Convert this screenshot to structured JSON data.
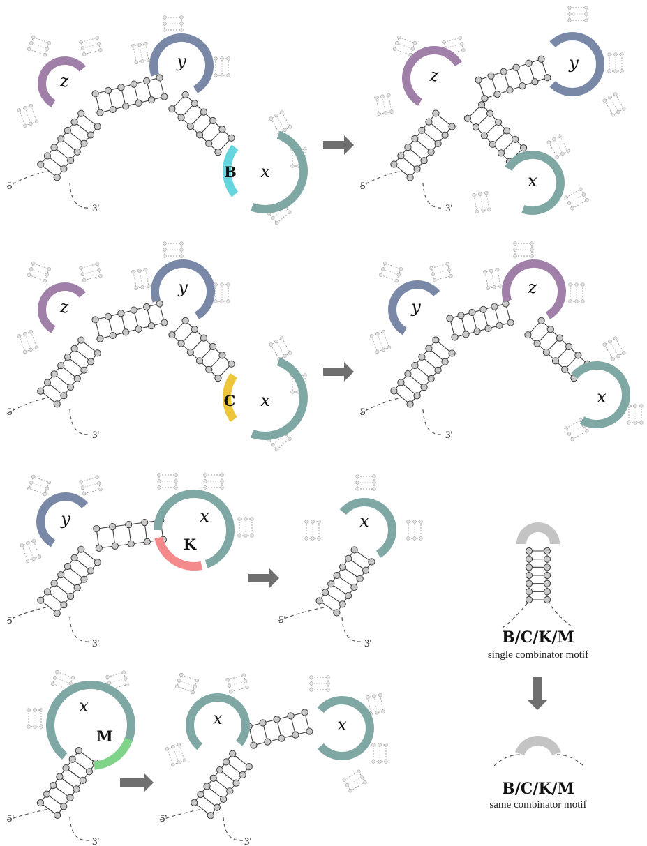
{
  "colors": {
    "x": "#7fa8a4",
    "y": "#7a88a8",
    "z": "#a07fa8",
    "B": "#66d6de",
    "C": "#eec63c",
    "K": "#f48a8c",
    "M": "#7fd48a",
    "neutral": "#c4c4c4",
    "arrow": "#6f6f6f",
    "bead": "#c9c9c9",
    "outline": "#3c3c3c"
  },
  "ends": {
    "five": "5'",
    "three": "3'"
  },
  "panels": {
    "b_before": {
      "loop_z": "z",
      "loop_y": "y",
      "loop_x": "x",
      "motif": "B"
    },
    "b_after": {
      "loop_z": "z",
      "loop_y": "y",
      "loop_x": "x"
    },
    "c_before": {
      "loop_z": "z",
      "loop_y": "y",
      "loop_x": "x",
      "motif": "C"
    },
    "c_after": {
      "loop_y": "y",
      "loop_z": "z",
      "loop_x": "x"
    },
    "k_before": {
      "loop_y": "y",
      "loop_x": "x",
      "motif": "K"
    },
    "k_after": {
      "loop_x": "x"
    },
    "m_before": {
      "loop_x": "x",
      "motif": "M"
    },
    "m_after": {
      "loop_x1": "x",
      "loop_x2": "x"
    }
  },
  "legend": {
    "title_single": "B/C/K/M",
    "subtitle_single": "single combinator motif",
    "title_same": "B/C/K/M",
    "subtitle_same": "same combinator motif"
  }
}
